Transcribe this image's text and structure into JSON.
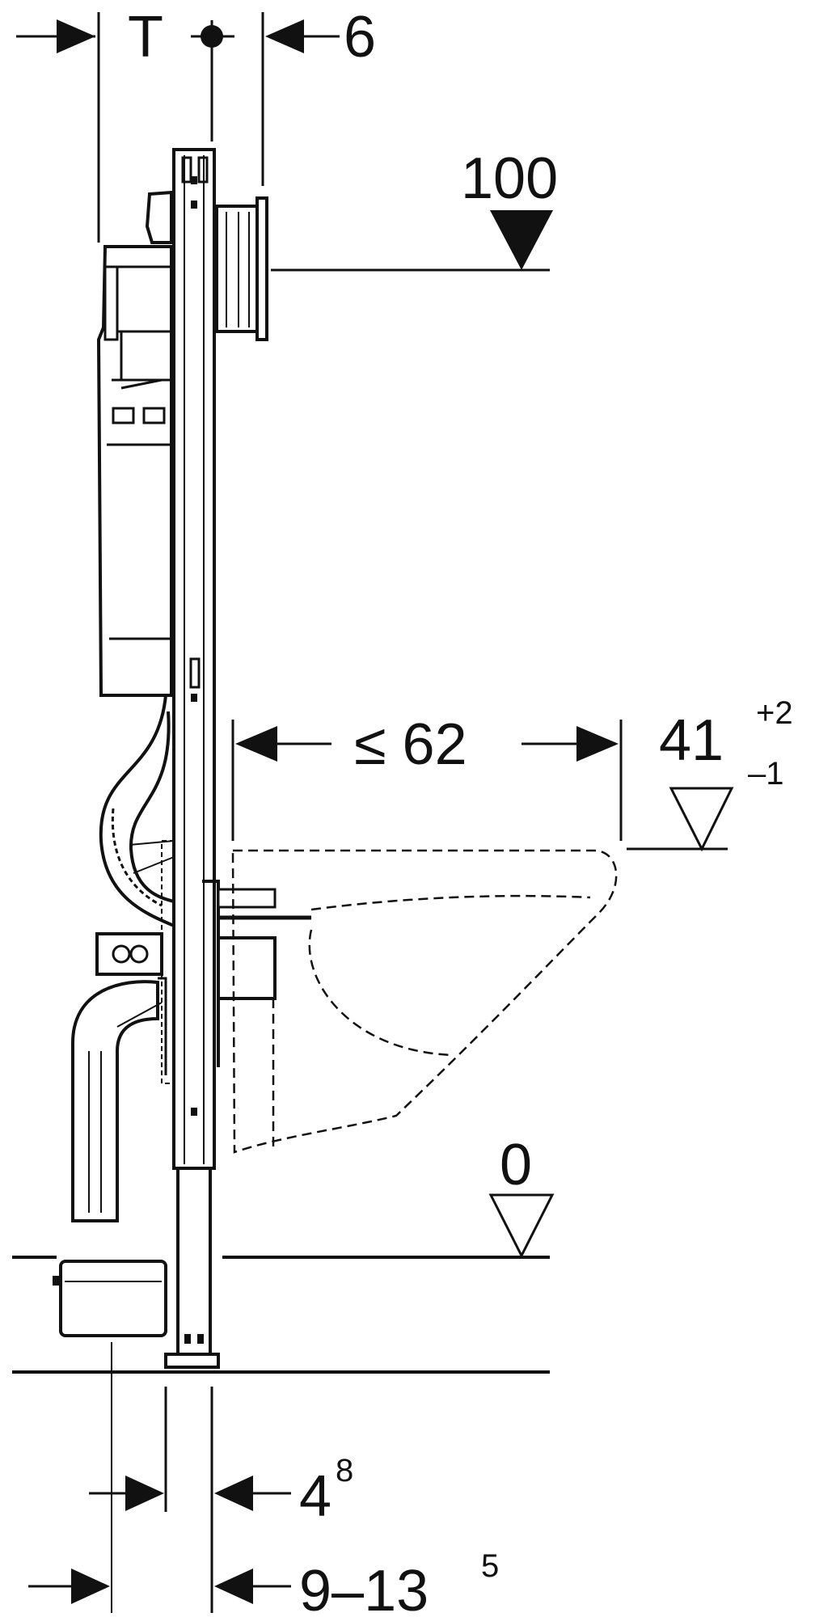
{
  "dimensions": {
    "top_left": "T",
    "top_right": "6",
    "height_top": "100",
    "width_pan": "≤ 62",
    "height_pan": "41",
    "tol_plus": "+2",
    "tol_minus": "–1",
    "floor_level": "0",
    "bottom_a_base": "4",
    "bottom_a_exp": "8",
    "bottom_b_base": "9–13",
    "bottom_b_exp": "5"
  }
}
